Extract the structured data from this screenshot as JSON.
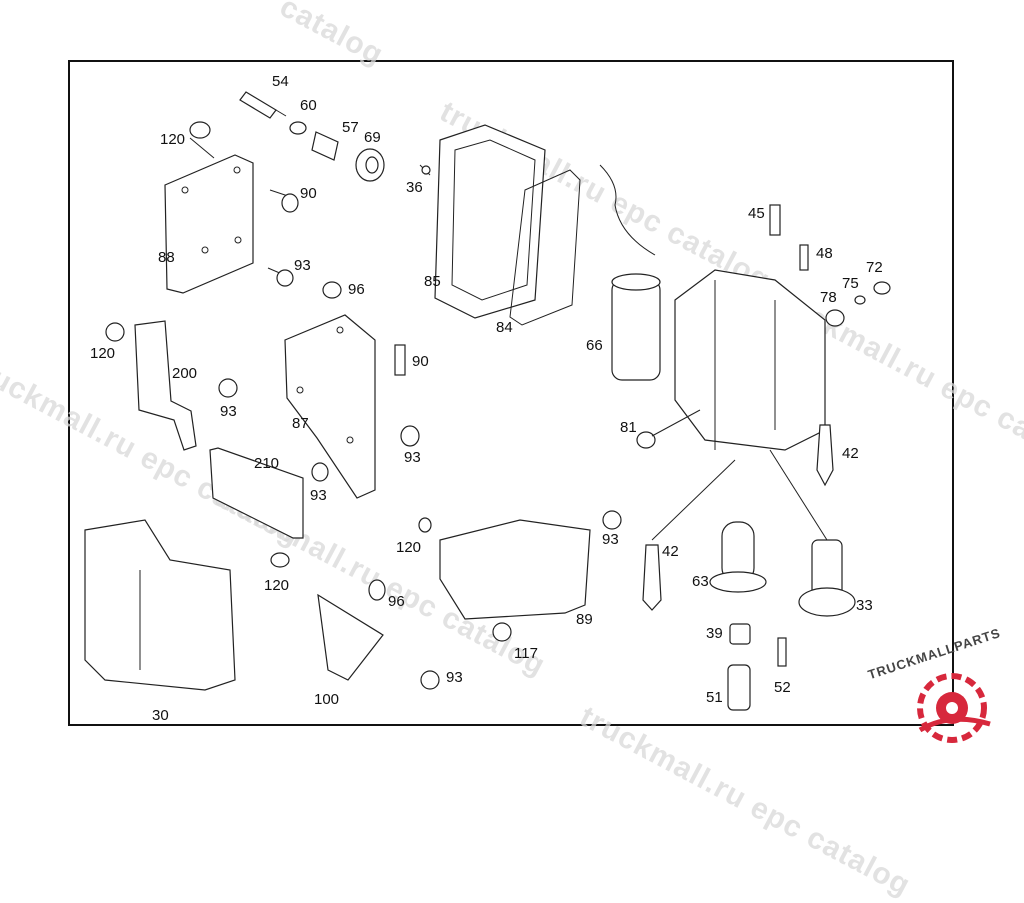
{
  "watermark": {
    "text": "truckmall.ru epc catalog",
    "text_short": "truckmall.ru epc catalog",
    "text_catalog": "catalog"
  },
  "logo": {
    "text": "TRUCKMALLPARTS",
    "color_red": "#d7283c",
    "color_gray": "#555555"
  },
  "parts": [
    {
      "id": "54"
    },
    {
      "id": "60"
    },
    {
      "id": "57"
    },
    {
      "id": "69"
    },
    {
      "id": "120"
    },
    {
      "id": "90"
    },
    {
      "id": "88"
    },
    {
      "id": "93"
    },
    {
      "id": "36"
    },
    {
      "id": "85"
    },
    {
      "id": "84"
    },
    {
      "id": "66"
    },
    {
      "id": "45"
    },
    {
      "id": "48"
    },
    {
      "id": "72"
    },
    {
      "id": "75"
    },
    {
      "id": "78"
    },
    {
      "id": "96"
    },
    {
      "id": "120"
    },
    {
      "id": "200"
    },
    {
      "id": "93"
    },
    {
      "id": "90"
    },
    {
      "id": "87"
    },
    {
      "id": "93"
    },
    {
      "id": "81"
    },
    {
      "id": "42"
    },
    {
      "id": "210"
    },
    {
      "id": "93"
    },
    {
      "id": "120"
    },
    {
      "id": "93"
    },
    {
      "id": "42"
    },
    {
      "id": "63"
    },
    {
      "id": "33"
    },
    {
      "id": "120"
    },
    {
      "id": "96"
    },
    {
      "id": "89"
    },
    {
      "id": "39"
    },
    {
      "id": "117"
    },
    {
      "id": "52"
    },
    {
      "id": "93"
    },
    {
      "id": "100"
    },
    {
      "id": "51"
    },
    {
      "id": "30"
    }
  ]
}
